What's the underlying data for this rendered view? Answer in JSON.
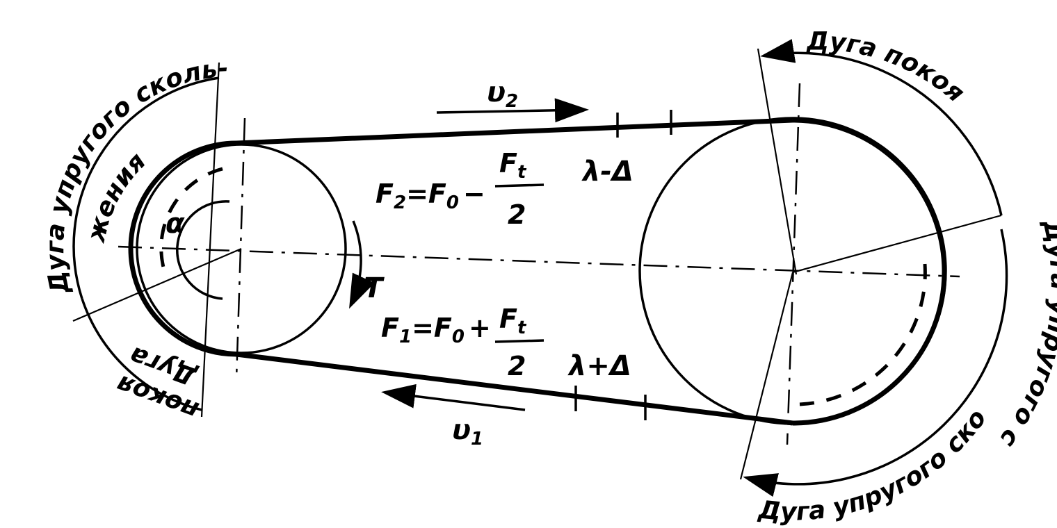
{
  "labels": {
    "v2": "υ",
    "v2_sub": "2",
    "v1": "υ",
    "v1_sub": "1",
    "lambda_minus": "λ-Δ",
    "lambda_plus": "λ+Δ",
    "alpha": "α",
    "T": "T"
  },
  "formulas": {
    "f2_left": "F",
    "f2_left_sub": "2",
    "f2_eq": "=F",
    "f2_f0_sub": "0",
    "f2_op": "−",
    "f1_left": "F",
    "f1_left_sub": "1",
    "f1_eq": "=F",
    "f1_f0_sub": "0",
    "f1_op": "+",
    "ft": "F",
    "ft_sub": "t",
    "denominator": "2"
  },
  "arc_labels": {
    "small_elastic": "Дуга упругого сколь-",
    "small_elastic_cont": "жения",
    "small_rest_1": "Дуга",
    "small_rest_2": "покоя",
    "big_rest": "Дуга покоя",
    "big_elastic_right": "Дуга упругого скольжения",
    "big_elastic_bottom": "Дуга упругого скольжения"
  }
}
